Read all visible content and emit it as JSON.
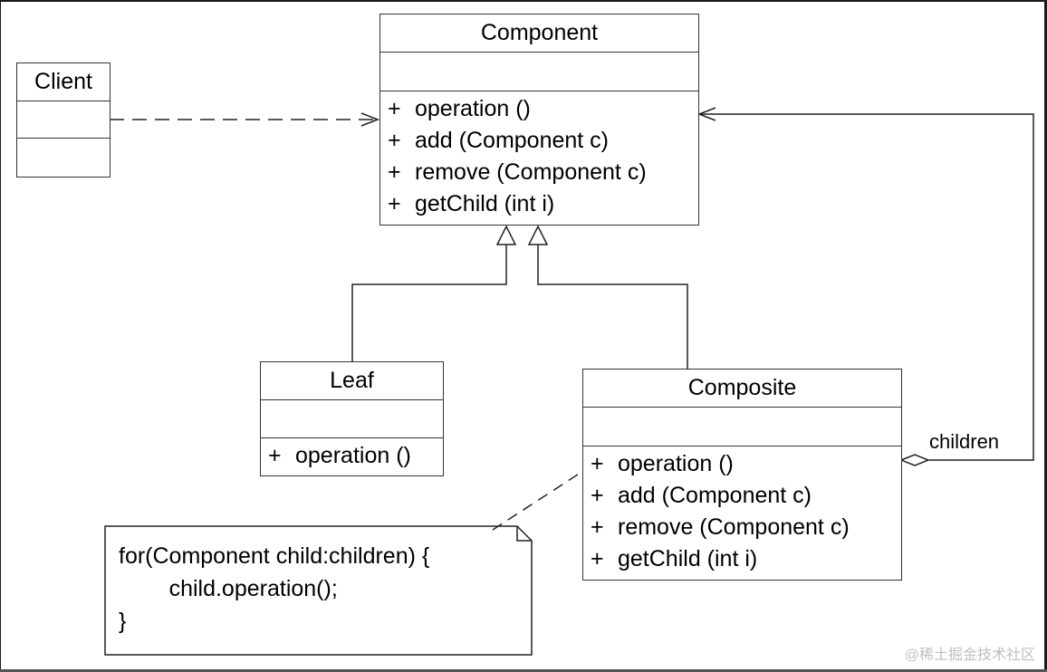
{
  "diagram": {
    "classes": {
      "client": {
        "name": "Client",
        "operations": []
      },
      "component": {
        "name": "Component",
        "operations": [
          {
            "visibility": "+",
            "signature": "operation ()"
          },
          {
            "visibility": "+",
            "signature": "add (Component c)"
          },
          {
            "visibility": "+",
            "signature": "remove (Component c)"
          },
          {
            "visibility": "+",
            "signature": "getChild (int i)"
          }
        ]
      },
      "leaf": {
        "name": "Leaf",
        "operations": [
          {
            "visibility": "+",
            "signature": "operation ()"
          }
        ]
      },
      "composite": {
        "name": "Composite",
        "operations": [
          {
            "visibility": "+",
            "signature": "operation ()"
          },
          {
            "visibility": "+",
            "signature": "add (Component c)"
          },
          {
            "visibility": "+",
            "signature": "remove (Component c)"
          },
          {
            "visibility": "+",
            "signature": "getChild (int i)"
          }
        ]
      }
    },
    "aggregation_label": "children",
    "note": {
      "lines": [
        "for(Component child:children) {",
        "        child.operation();",
        "}"
      ]
    }
  },
  "watermark": "@稀土掘金技术社区"
}
